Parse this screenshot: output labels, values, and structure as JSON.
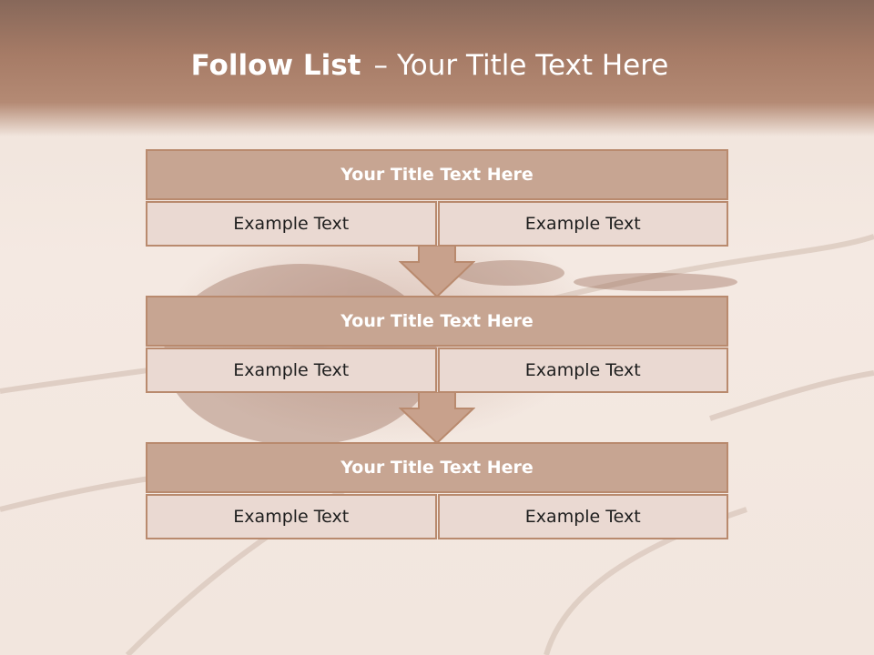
{
  "slide": {
    "title_bold": "Follow List",
    "title_dash": "–",
    "title_rest": "Your Title Text Here"
  },
  "blocks": [
    {
      "header": "Your Title Text Here",
      "left": "Example Text",
      "right": "Example Text"
    },
    {
      "header": "Your Title Text Here",
      "left": "Example Text",
      "right": "Example Text"
    },
    {
      "header": "Your Title Text Here",
      "left": "Example Text",
      "right": "Example Text"
    }
  ],
  "colors": {
    "header_band": "#a67b66",
    "box_header": "#c7a592",
    "box_cell": "#ead9d2",
    "border": "#b98a6e",
    "arrow_fill": "#c8a18c"
  }
}
